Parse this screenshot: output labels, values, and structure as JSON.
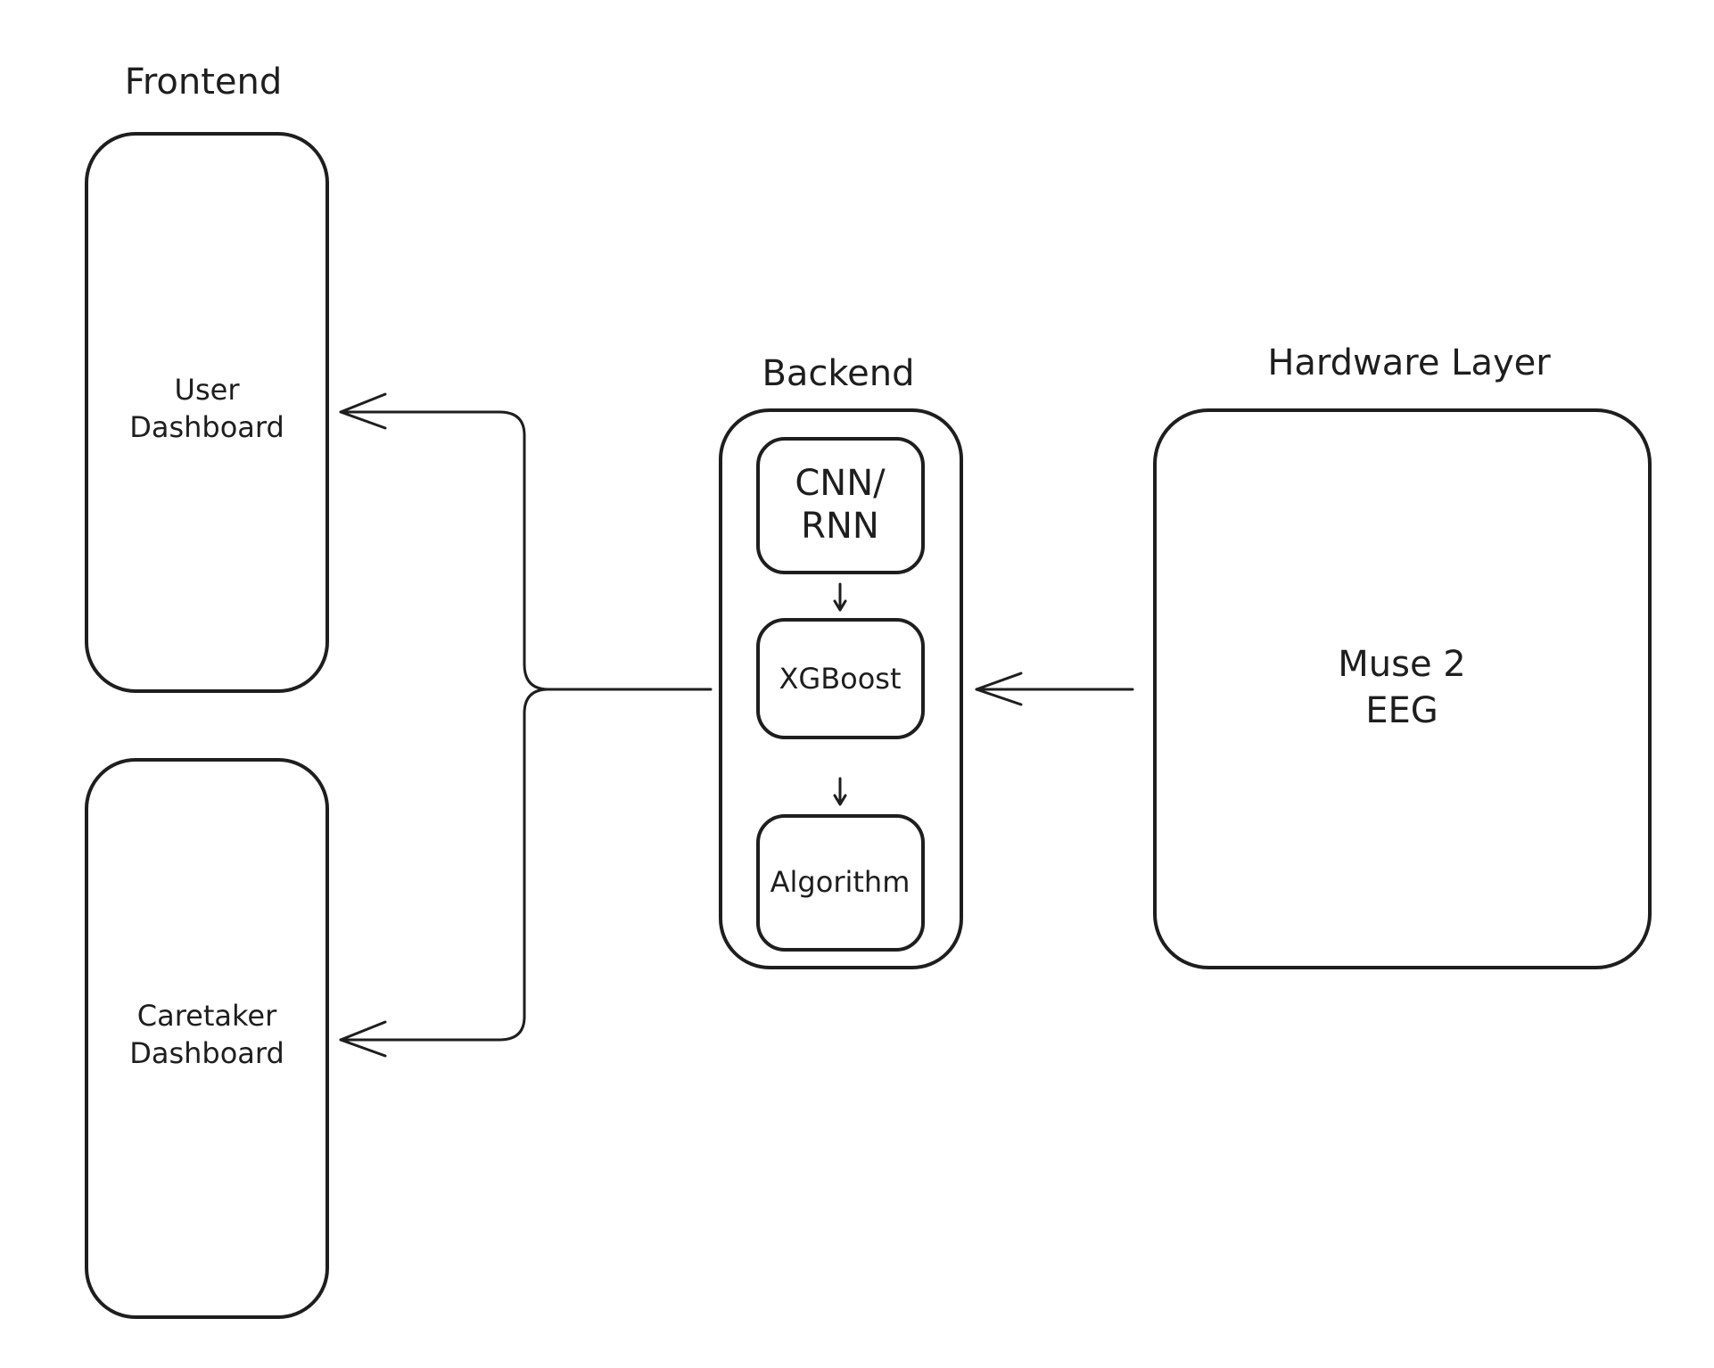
{
  "colors": {
    "stroke": "#1e1e1e",
    "background": "#ffffff"
  },
  "sections": {
    "frontend": "Frontend",
    "backend": "Backend",
    "hardware": "Hardware Layer"
  },
  "nodes": {
    "user_dashboard": [
      "User",
      "Dashboard"
    ],
    "caretaker_dashboard": [
      "Caretaker",
      "Dashboard"
    ],
    "cnn_rnn": [
      "CNN/",
      "RNN"
    ],
    "xgboost": [
      "XGBoost"
    ],
    "algorithm": [
      "Algorithm"
    ],
    "muse_eeg": [
      "Muse 2",
      "EEG"
    ]
  }
}
